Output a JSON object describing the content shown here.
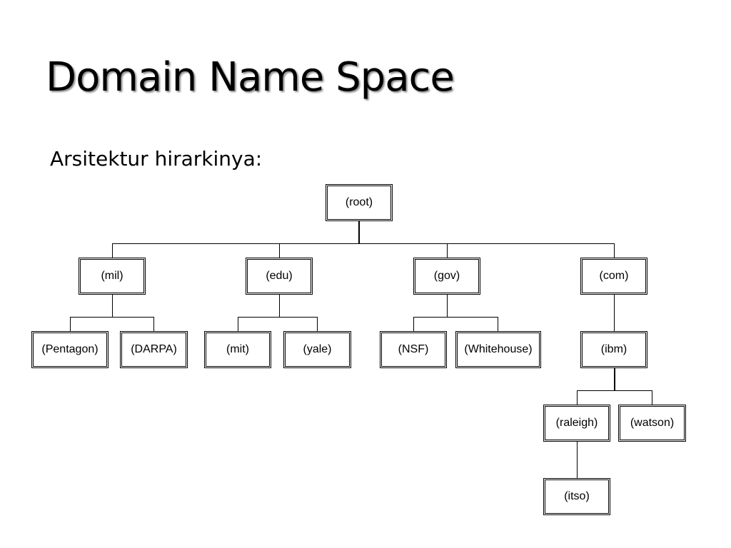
{
  "slide": {
    "title": "Domain Name Space",
    "subtitle": "Arsitektur hirarkinya:"
  },
  "tree": {
    "root": "(root)",
    "tld": {
      "mil": "(mil)",
      "edu": "(edu)",
      "gov": "(gov)",
      "com": "(com)"
    },
    "second": {
      "pentagon": "(Pentagon)",
      "darpa": "(DARPA)",
      "mit": "(mit)",
      "yale": "(yale)",
      "nsf": "(NSF)",
      "whitehouse": "(Whitehouse)",
      "ibm": "(ibm)"
    },
    "third": {
      "raleigh": "(raleigh)",
      "watson": "(watson)"
    },
    "fourth": {
      "itso": "(itso)"
    }
  }
}
